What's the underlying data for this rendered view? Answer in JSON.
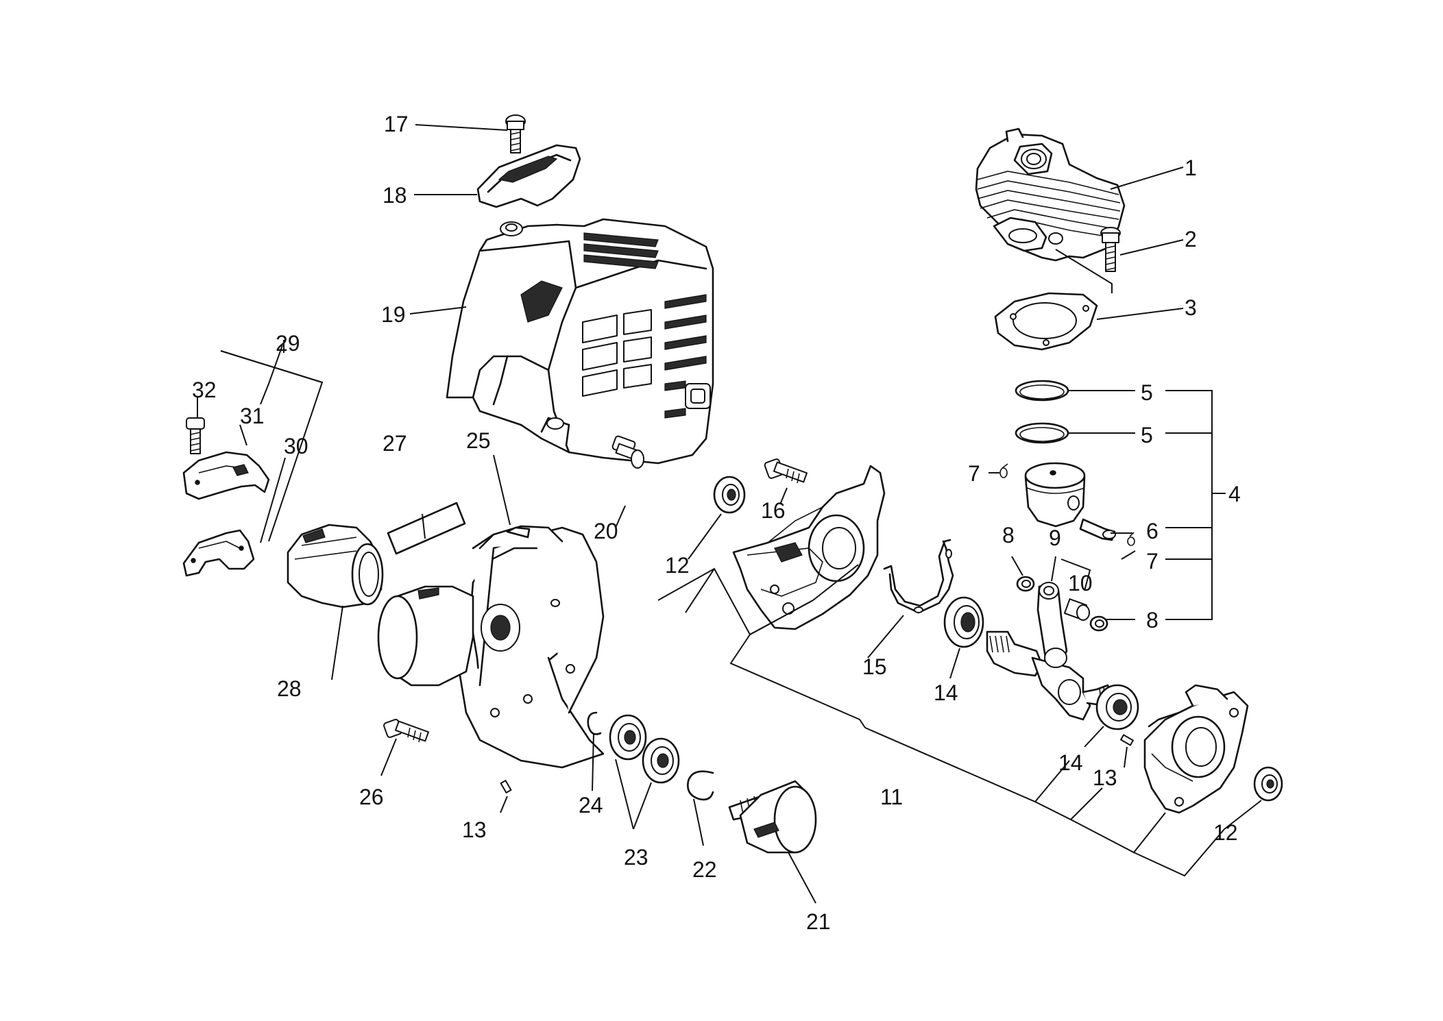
{
  "diagram": {
    "callouts": {
      "c1": "1",
      "c2": "2",
      "c3": "3",
      "c4": "4",
      "c5a": "5",
      "c5b": "5",
      "c6": "6",
      "c7a": "7",
      "c7b": "7",
      "c8a": "8",
      "c8b": "8",
      "c9": "9",
      "c10": "10",
      "c11": "11",
      "c12a": "12",
      "c12b": "12",
      "c13a": "13",
      "c13b": "13",
      "c14a": "14",
      "c14b": "14",
      "c15": "15",
      "c16": "16",
      "c17": "17",
      "c18": "18",
      "c19": "19",
      "c20": "20",
      "c21": "21",
      "c22": "22",
      "c23": "23",
      "c24": "24",
      "c25": "25",
      "c26": "26",
      "c27": "27",
      "c28": "28",
      "c29": "29",
      "c30": "30",
      "c31": "31",
      "c32": "32"
    },
    "colors": {
      "ink": "#111111",
      "paper": "#ffffff"
    }
  }
}
